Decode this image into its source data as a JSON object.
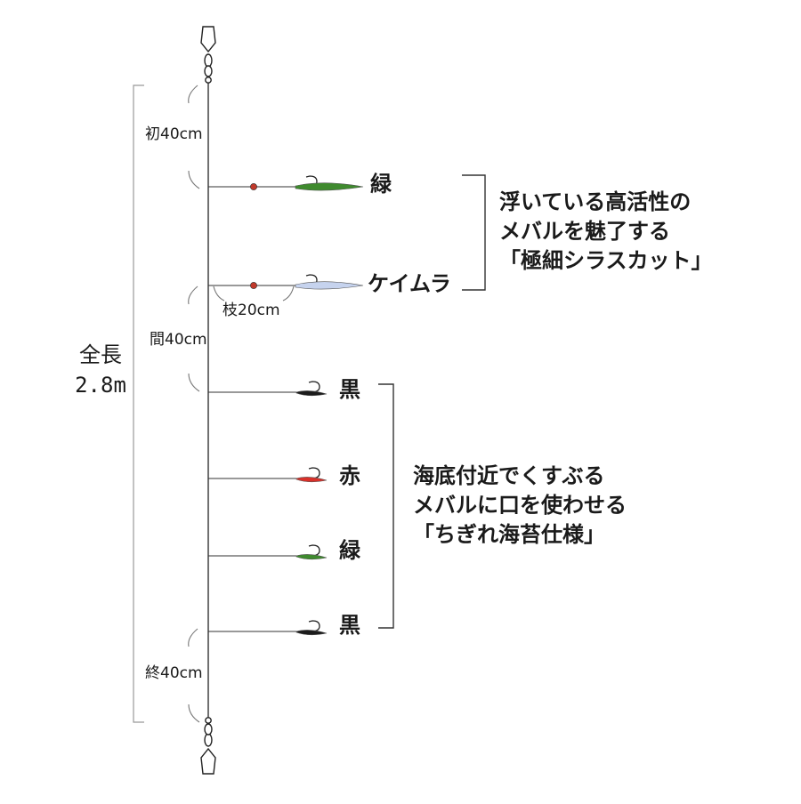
{
  "total_length": {
    "line1": "全長",
    "line2": "2.8m"
  },
  "segments": {
    "first": "初40cm",
    "middle": "間40cm",
    "last": "終40cm",
    "branch": "枝20cm"
  },
  "lures": [
    {
      "label": "緑",
      "color": "#3f8a2e",
      "style": "long",
      "bead": true
    },
    {
      "label": "ケイムラ",
      "color": "#c6d3ee",
      "style": "long",
      "bead": true
    },
    {
      "label": "黒",
      "color": "#1c1c1c",
      "style": "short",
      "bead": false
    },
    {
      "label": "赤",
      "color": "#d8312a",
      "style": "short",
      "bead": false
    },
    {
      "label": "緑",
      "color": "#3f8a2e",
      "style": "short",
      "bead": false
    },
    {
      "label": "黒",
      "color": "#1c1c1c",
      "style": "short",
      "bead": false
    }
  ],
  "notes": {
    "upper": {
      "lines": [
        "浮いている高活性の",
        "メバルを魅了する",
        "「極細シラスカット」"
      ]
    },
    "lower": {
      "lines": [
        "海底付近でくすぶる",
        "メバルに口を使わせる",
        "「ちぎれ海苔仕様」"
      ]
    }
  },
  "colors": {
    "line": "#333333",
    "bead": "#c0392b"
  }
}
